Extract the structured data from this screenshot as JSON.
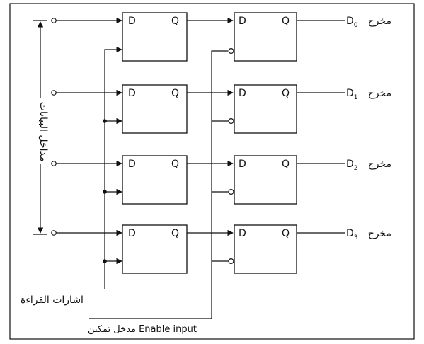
{
  "flipflop": {
    "d_label": "D",
    "q_label": "Q"
  },
  "outputs": [
    {
      "prefix": "D",
      "sub": "0",
      "word": "مخرج"
    },
    {
      "prefix": "D",
      "sub": "1",
      "word": "مخرج"
    },
    {
      "prefix": "D",
      "sub": "2",
      "word": "مخرج"
    },
    {
      "prefix": "D",
      "sub": "3",
      "word": "مخرج"
    }
  ],
  "labels": {
    "data_inputs": "مداخل البيانات",
    "read_signals": "اشارات القراءة",
    "enable_input": "مدخل تمكين Enable input"
  }
}
